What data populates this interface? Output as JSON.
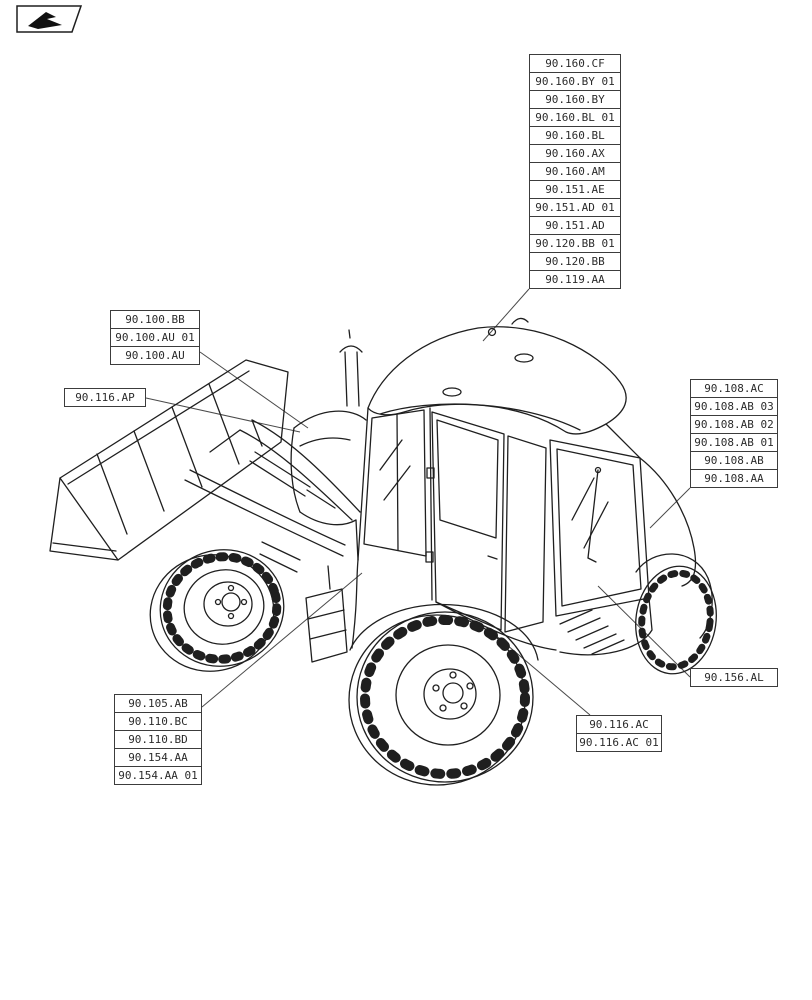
{
  "page": {
    "background": "#ffffff",
    "line_color": "#1f1f1f",
    "label_border_color": "#3c3c3c",
    "leader_line_color": "#4a4a4a"
  },
  "logo": {
    "icon": "hand-pointer-icon"
  },
  "labels": {
    "top_right": {
      "items": [
        "90.160.CF",
        "90.160.BY 01",
        "90.160.BY",
        "90.160.BL 01",
        "90.160.BL",
        "90.160.AX",
        "90.160.AM",
        "90.151.AE",
        "90.151.AD 01",
        "90.151.AD",
        "90.120.BB 01",
        "90.120.BB",
        "90.119.AA"
      ]
    },
    "left_upper": {
      "items": [
        "90.100.BB",
        "90.100.AU 01",
        "90.100.AU"
      ]
    },
    "left_single": {
      "items": [
        "90.116.AP"
      ]
    },
    "right_upper": {
      "items": [
        "90.108.AC",
        "90.108.AB 03",
        "90.108.AB 02",
        "90.108.AB 01",
        "90.108.AB",
        "90.108.AA"
      ]
    },
    "right_lower": {
      "items": [
        "90.156.AL"
      ]
    },
    "bottom_center": {
      "items": [
        "90.116.AC",
        "90.116.AC 01"
      ]
    },
    "bottom_left": {
      "items": [
        "90.105.AB",
        "90.110.BC",
        "90.110.BD",
        "90.154.AA",
        "90.154.AA 01"
      ]
    }
  }
}
